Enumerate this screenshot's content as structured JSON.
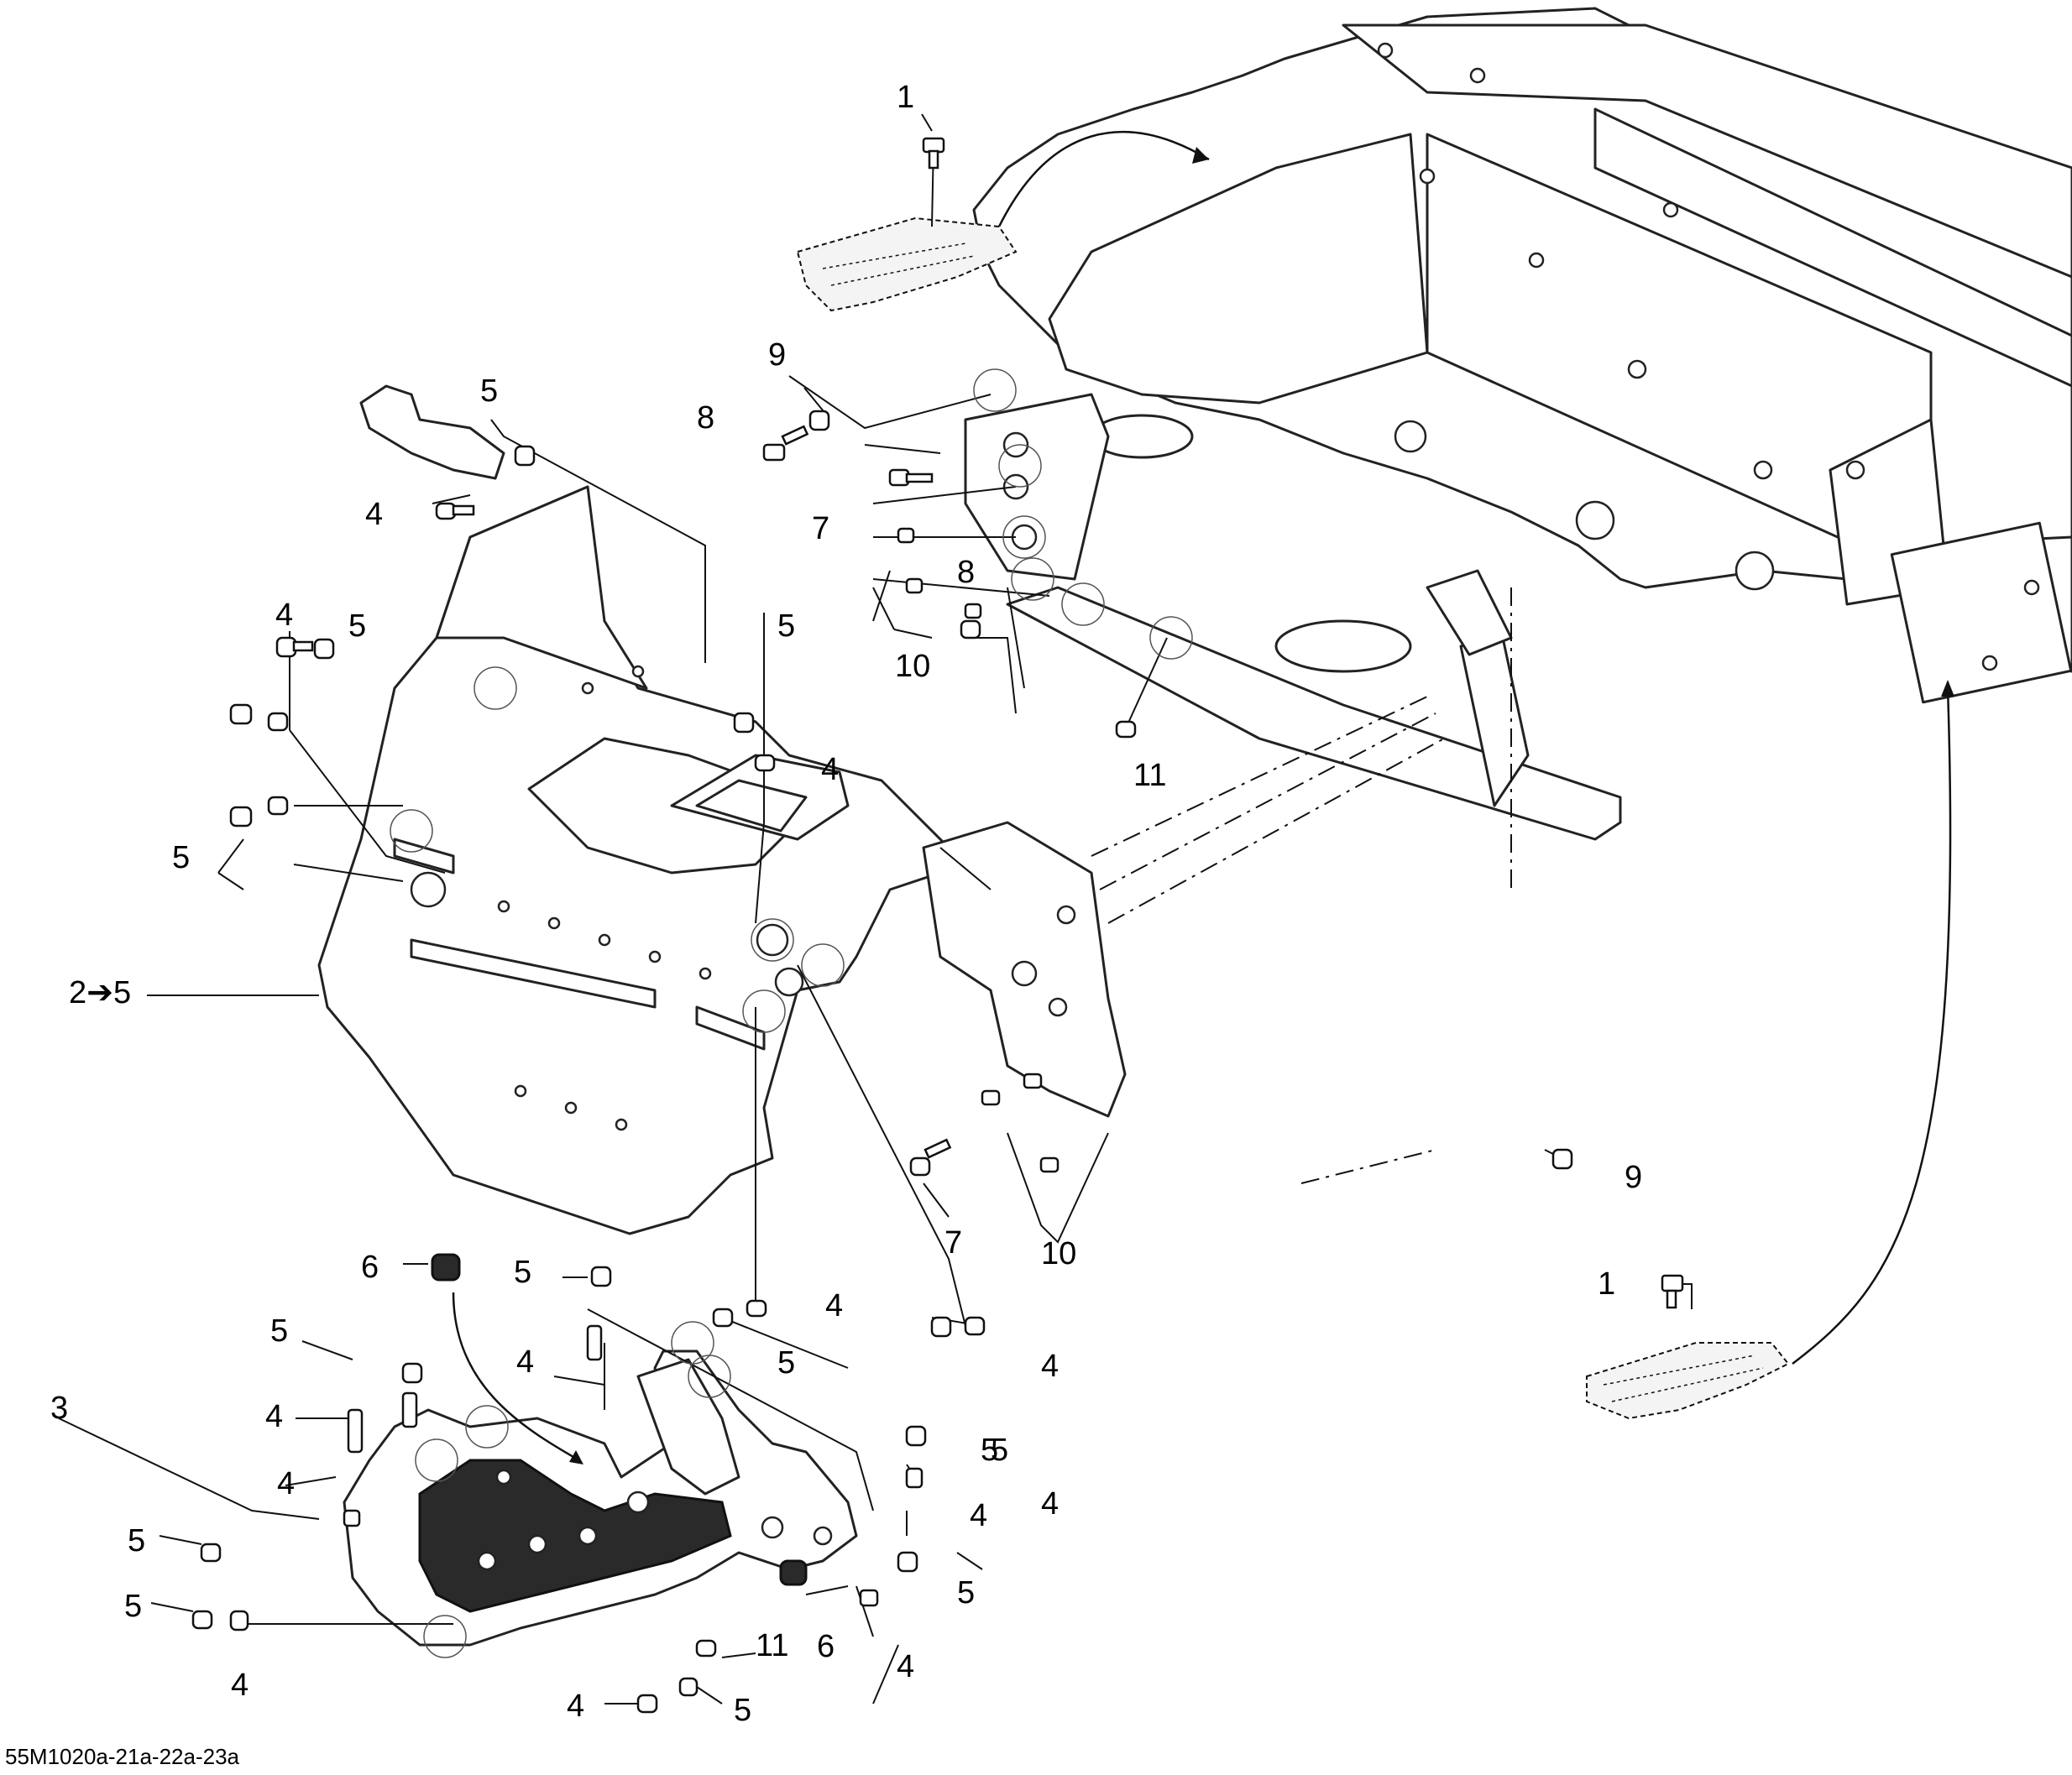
{
  "diagram": {
    "reference": "55M1020a-21a-22a-23a",
    "callouts": [
      {
        "id": "c1a",
        "label": "1"
      },
      {
        "id": "c1b",
        "label": "1"
      },
      {
        "id": "c2",
        "label": "2➔5"
      },
      {
        "id": "c3",
        "label": "3"
      },
      {
        "id": "c4a",
        "label": "4"
      },
      {
        "id": "c4b",
        "label": "4"
      },
      {
        "id": "c4c",
        "label": "4"
      },
      {
        "id": "c4d",
        "label": "4"
      },
      {
        "id": "c4e",
        "label": "4"
      },
      {
        "id": "c4f",
        "label": "4"
      },
      {
        "id": "c4g",
        "label": "4"
      },
      {
        "id": "c4h",
        "label": "4"
      },
      {
        "id": "c4i",
        "label": "4"
      },
      {
        "id": "c4j",
        "label": "4"
      },
      {
        "id": "c4k",
        "label": "4"
      },
      {
        "id": "c4l",
        "label": "4"
      },
      {
        "id": "c4m",
        "label": "4"
      },
      {
        "id": "c5a",
        "label": "5"
      },
      {
        "id": "c5b",
        "label": "5"
      },
      {
        "id": "c5c",
        "label": "5"
      },
      {
        "id": "c5d",
        "label": "5"
      },
      {
        "id": "c5e",
        "label": "5"
      },
      {
        "id": "c5f",
        "label": "5"
      },
      {
        "id": "c5g",
        "label": "5"
      },
      {
        "id": "c5h",
        "label": "5"
      },
      {
        "id": "c5i",
        "label": "5"
      },
      {
        "id": "c5j",
        "label": "5"
      },
      {
        "id": "c5k",
        "label": "5"
      },
      {
        "id": "c5l",
        "label": "5"
      },
      {
        "id": "c5m",
        "label": "5"
      },
      {
        "id": "c6a",
        "label": "6"
      },
      {
        "id": "c6b",
        "label": "6"
      },
      {
        "id": "c7a",
        "label": "7"
      },
      {
        "id": "c7b",
        "label": "7"
      },
      {
        "id": "c8a",
        "label": "8"
      },
      {
        "id": "c8b",
        "label": "8"
      },
      {
        "id": "c9a",
        "label": "9"
      },
      {
        "id": "c9b",
        "label": "9"
      },
      {
        "id": "c10a",
        "label": "10"
      },
      {
        "id": "c10b",
        "label": "10"
      },
      {
        "id": "c11a",
        "label": "11"
      },
      {
        "id": "c11b",
        "label": "11"
      }
    ]
  }
}
